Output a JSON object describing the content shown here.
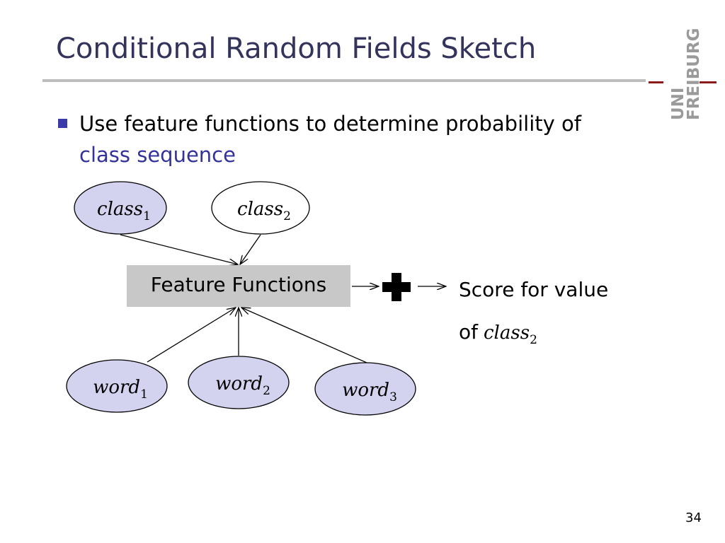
{
  "slide": {
    "title": "Conditional Random Fields Sketch",
    "page_number": "34"
  },
  "logo": {
    "line1": "UNI",
    "line2": "FREIBURG"
  },
  "bullet": {
    "text": "Use feature functions to determine probability of",
    "highlight": "class sequence"
  },
  "diagram": {
    "nodes": {
      "class1": {
        "base": "class",
        "sub": "1",
        "filled": true
      },
      "class2": {
        "base": "class",
        "sub": "2",
        "filled": false
      },
      "word1": {
        "base": "word",
        "sub": "1",
        "filled": true
      },
      "word2": {
        "base": "word",
        "sub": "2",
        "filled": true
      },
      "word3": {
        "base": "word",
        "sub": "3",
        "filled": true
      }
    },
    "feature_box": "Feature Functions",
    "plus_symbol": "+",
    "score": {
      "line1": "Score for value",
      "line2_prefix": "of",
      "line2_base": "class",
      "line2_sub": "2"
    }
  },
  "colors": {
    "title": "#33335c",
    "highlight": "#33339a",
    "node_fill": "#d3d3f0",
    "box_fill": "#c8c8c8",
    "logo_gray": "#9a9a9a",
    "logo_red": "#8b1a1a"
  }
}
